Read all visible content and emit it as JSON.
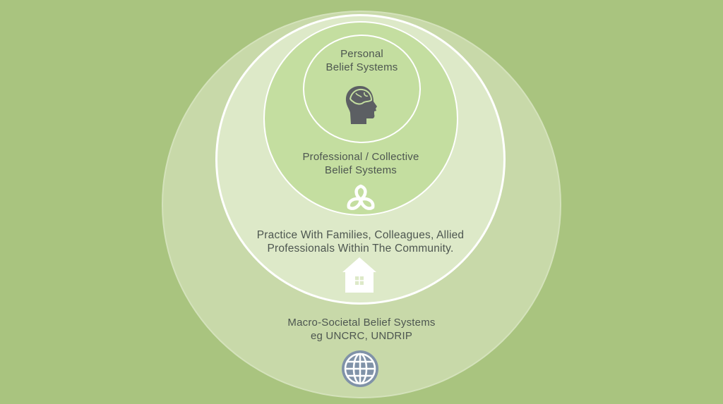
{
  "diagram": {
    "personal": {
      "line1": "Personal",
      "line2": "Belief Systems",
      "icon": "head-icon"
    },
    "professional": {
      "line1": "Professional / Collective",
      "line2": "Belief Systems",
      "icon": "trefoil-icon"
    },
    "practice": {
      "line1": "Practice With Families, Colleagues, Allied",
      "line2": "Professionals Within The Community.",
      "icon": "house-icon"
    },
    "macro": {
      "line1": "Macro-Societal Belief Systems",
      "line2": "eg UNCRC, UNDRIP",
      "icon": "globe-icon"
    }
  },
  "colors": {
    "background": "#a9c47f",
    "macro_ring": "#c8d9a9",
    "practice_ring": "#dde9c8",
    "professional_ring": "#c4dea0",
    "text": "#4d5650",
    "icon_dark": "#5c5f63",
    "globe": "#8092a8"
  }
}
